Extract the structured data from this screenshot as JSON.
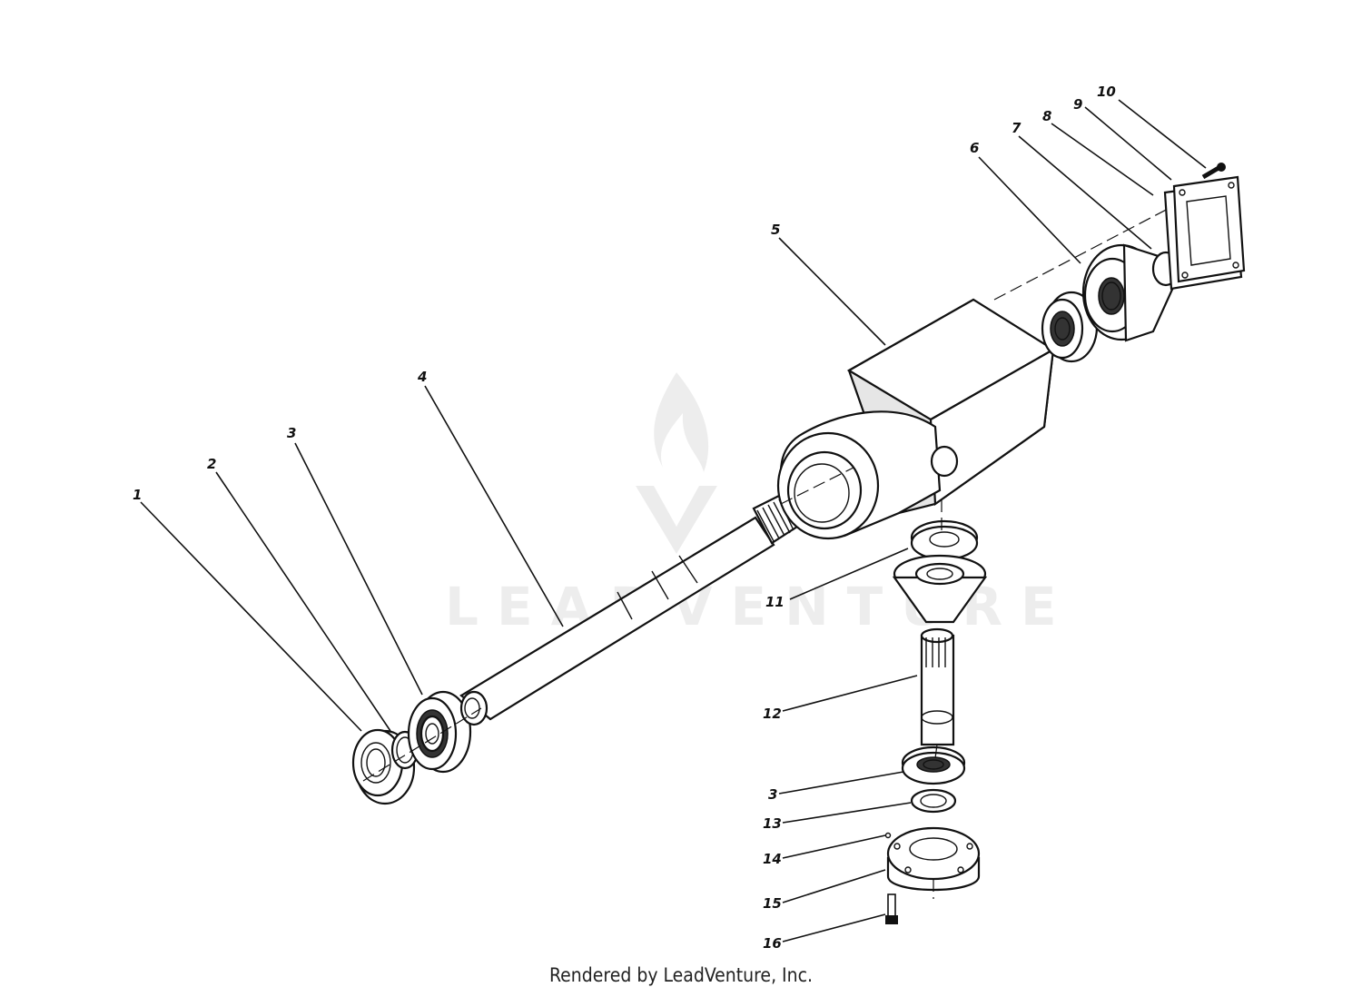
{
  "watermark": {
    "text": "LEADVENTURE"
  },
  "footer": {
    "credit": "Rendered by LeadVenture, Inc."
  },
  "callouts": [
    "1",
    "2",
    "3",
    "4",
    "5",
    "6",
    "7",
    "8",
    "9",
    "10",
    "11",
    "12",
    "3",
    "13",
    "14",
    "15",
    "16"
  ]
}
